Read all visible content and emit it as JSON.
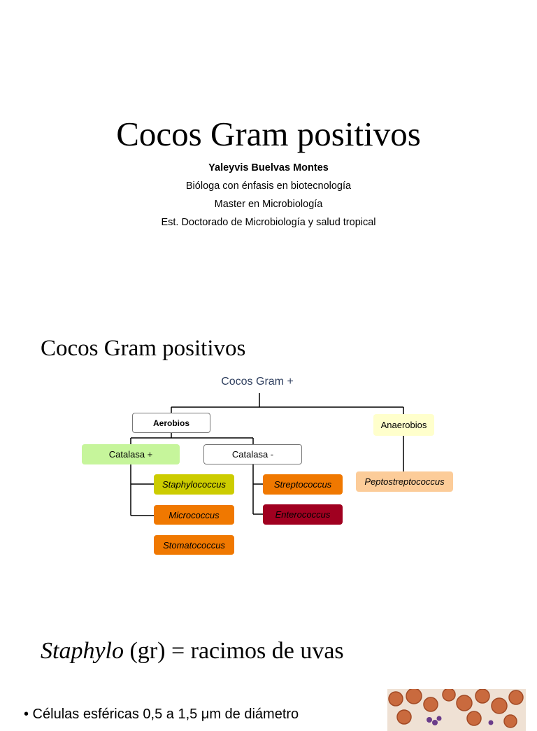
{
  "slide1": {
    "title": "Cocos Gram positivos",
    "author": "Yaleyvis Buelvas Montes",
    "roles": [
      "Bióloga con énfasis en biotecnología",
      "Master en Microbiología",
      "Est. Doctorado de Microbiología y salud tropical"
    ]
  },
  "slide2": {
    "title": "Cocos Gram positivos",
    "diagram": {
      "root": "Cocos Gram +",
      "aerobios": "Aerobios",
      "anaerobios": "Anaerobios",
      "catalasa_pos": "Catalasa +",
      "catalasa_neg": "Catalasa -",
      "staphylococcus": "Staphylococcus",
      "micrococcus": "Micrococcus",
      "stomatococcus": "Stomatococcus",
      "streptococcus": "Streptococcus",
      "enterococcus": "Enterococcus",
      "peptostreptococcus": "Peptostreptococcus"
    },
    "colors": {
      "catalasa_pos": "#c6f59b",
      "anaerobios": "#ffffcc",
      "staphylococcus": "#cccc00",
      "orange": "#f07800",
      "enterococcus": "#a00020",
      "peptostreptococcus": "#fccc99"
    }
  },
  "slide3": {
    "title_italic": "Staphylo",
    "title_rest": " (gr) = racimos de uvas",
    "bullet": "• Células esféricas 0,5 a 1,5 μm de diámetro"
  }
}
